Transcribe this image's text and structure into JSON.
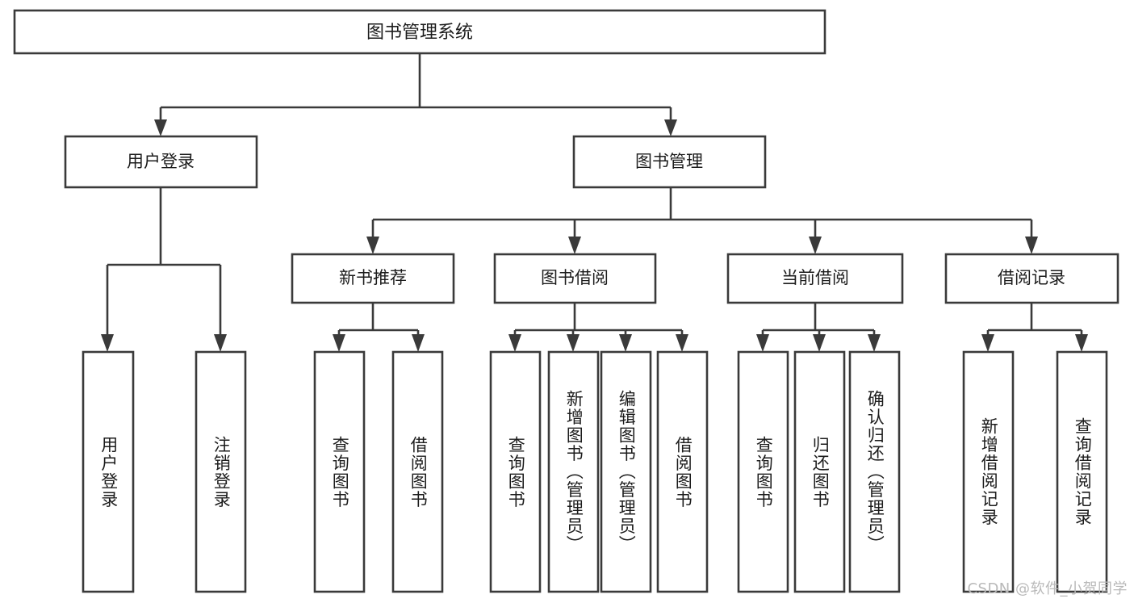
{
  "diagram": {
    "type": "tree-hierarchy",
    "title": "图书管理系统",
    "watermark": "CSDN @软件_小贺同学",
    "colors": {
      "stroke": "#3a3a3a",
      "box_fill": "#ffffff",
      "text": "#1c1c1c",
      "background": "#ffffff",
      "watermark": "#b9b9b9"
    },
    "levels": {
      "root": {
        "label": "图书管理系统"
      },
      "level2": [
        {
          "label": "用户登录"
        },
        {
          "label": "图书管理"
        }
      ],
      "level3": [
        {
          "label": "新书推荐"
        },
        {
          "label": "图书借阅"
        },
        {
          "label": "当前借阅"
        },
        {
          "label": "借阅记录"
        }
      ],
      "leaves": [
        {
          "label": "用户登录"
        },
        {
          "label": "注销登录"
        },
        {
          "label": "查询图书"
        },
        {
          "label": "借阅图书"
        },
        {
          "label": "查询图书"
        },
        {
          "label": "新增图书（管理员）"
        },
        {
          "label": "编辑图书（管理员）"
        },
        {
          "label": "借阅图书"
        },
        {
          "label": "查询图书"
        },
        {
          "label": "归还图书"
        },
        {
          "label": "确认归还（管理员）"
        },
        {
          "label": "新增借阅记录"
        },
        {
          "label": "查询借阅记录"
        }
      ]
    }
  }
}
